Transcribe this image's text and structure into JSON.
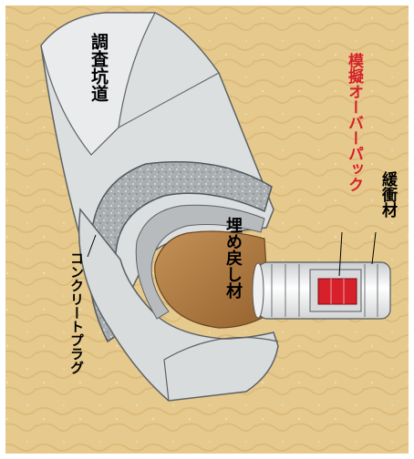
{
  "labels": {
    "tunnel": "調査坑道",
    "concrete_plug": "コンクリートプラグ",
    "backfill": "埋め戻し材",
    "overpack": "模擬オーバーパック",
    "buffer": "緩衝材"
  },
  "colors": {
    "background": "#e6c98c",
    "rock": "#dcdfe0",
    "concrete": "#a8adb0",
    "backfill": "#b17d45",
    "overpack": "#d6202a",
    "label_black": "#000000",
    "label_red": "#d6202a"
  }
}
